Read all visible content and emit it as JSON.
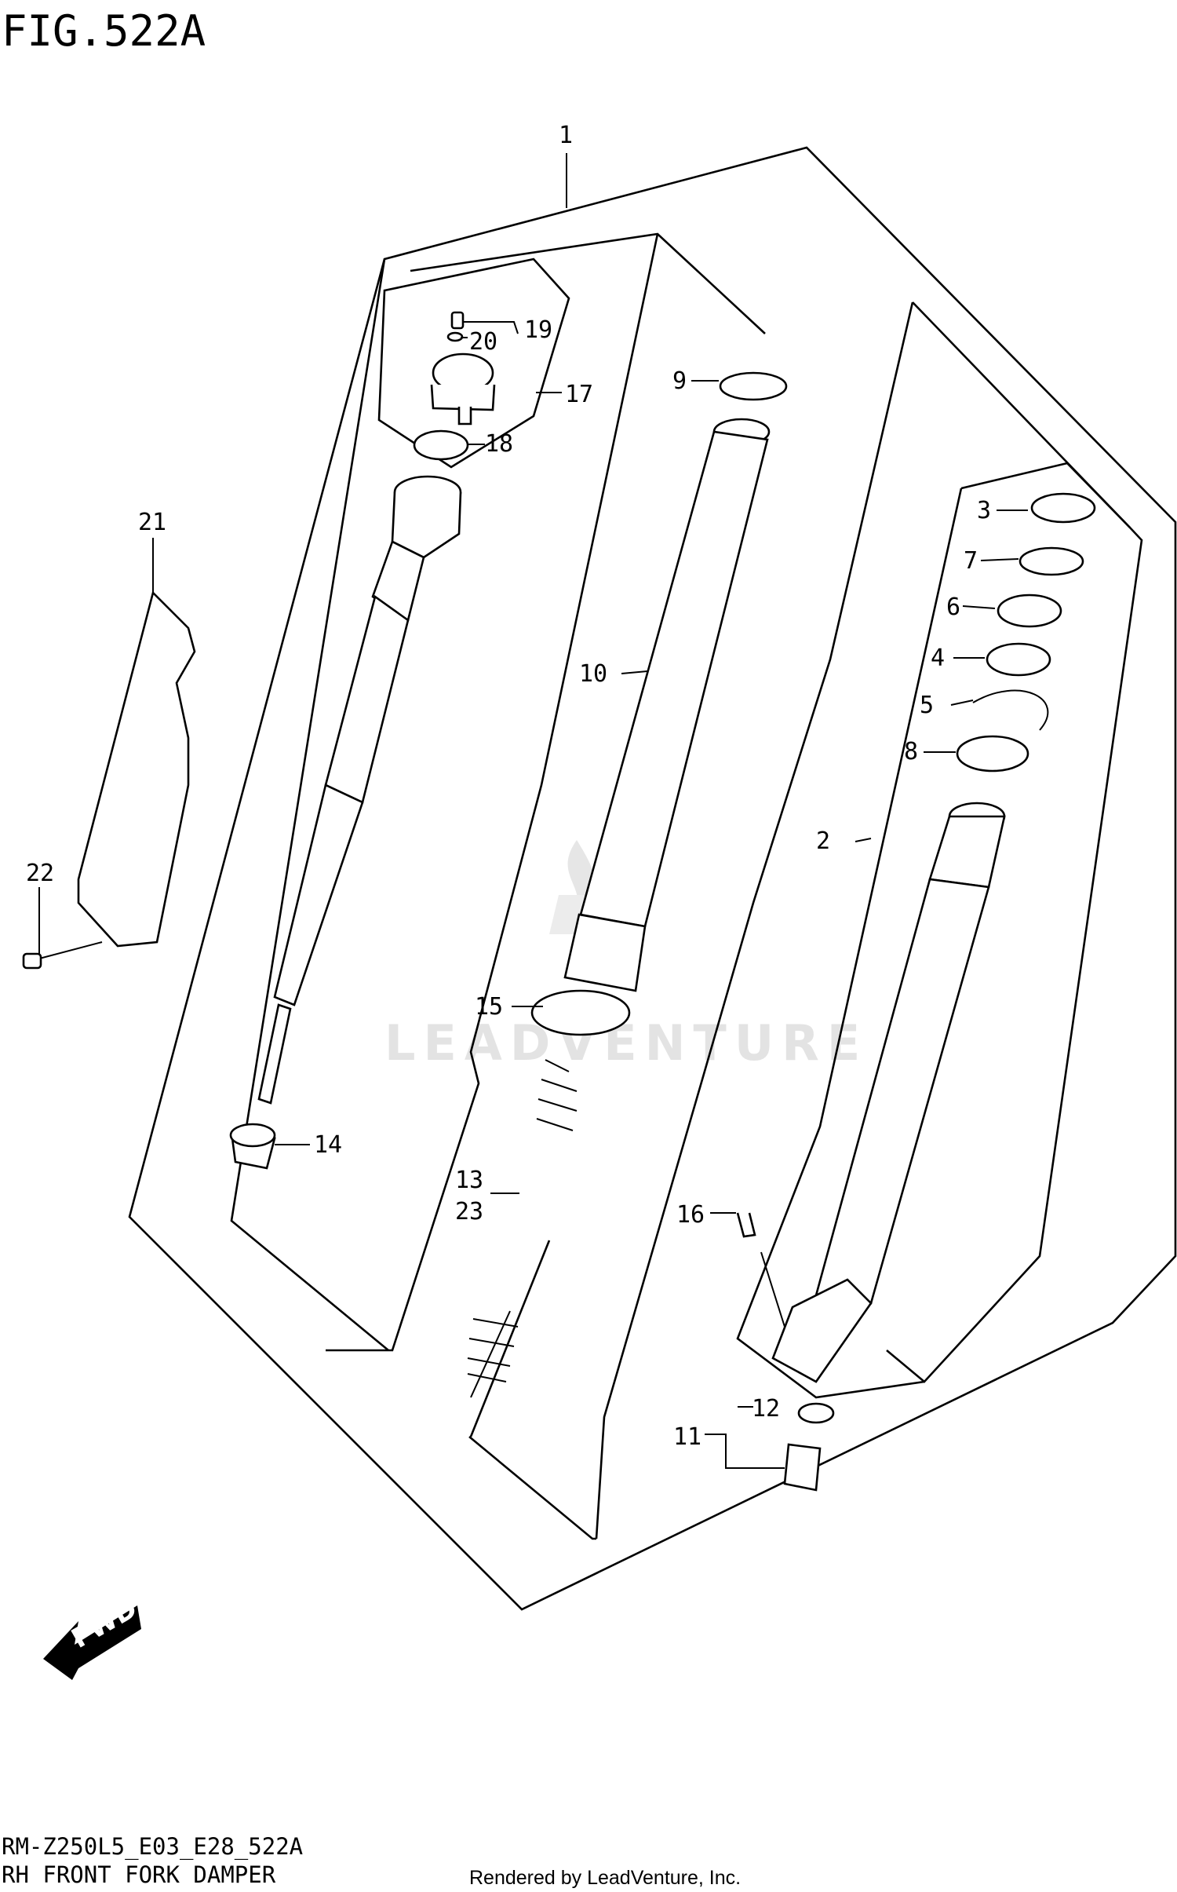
{
  "figure_title": "FIG.522A",
  "watermark": "LEADVENTURE",
  "fwd_label": "FWD",
  "model_code": "RM-Z250L5_E03_E28_522A",
  "subtitle": "RH FRONT FORK DAMPER",
  "credit": "Rendered by LeadVenture, Inc.",
  "callouts": {
    "c1": "1",
    "c2": "2",
    "c3": "3",
    "c4": "4",
    "c5": "5",
    "c6": "6",
    "c7": "7",
    "c8": "8",
    "c9": "9",
    "c10": "10",
    "c11": "11",
    "c12": "12",
    "c13": "13",
    "c14": "14",
    "c15": "15",
    "c16": "16",
    "c17": "17",
    "c18": "18",
    "c19": "19",
    "c20": "20",
    "c21": "21",
    "c22": "22",
    "c23": "23"
  },
  "colors": {
    "line": "#000000",
    "background": "#ffffff",
    "watermark": "#e3e3e3"
  }
}
